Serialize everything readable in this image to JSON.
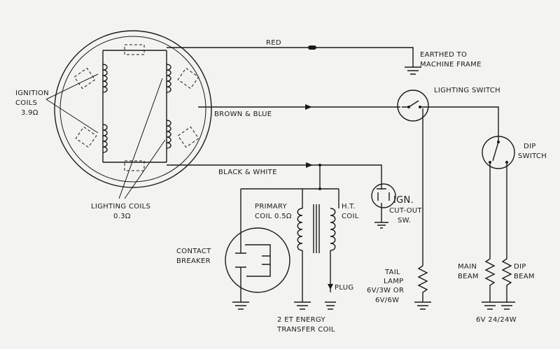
{
  "wires": {
    "red": "RED",
    "brown_blue": "BROWN & BLUE",
    "black_white": "BLACK & WHITE"
  },
  "labels": {
    "ignition_coils": [
      "IGNITION",
      "COILS",
      "3.9Ω"
    ],
    "lighting_coils": [
      "LIGHTING COILS",
      "0.3Ω"
    ],
    "earthed": [
      "EARTHED TO",
      "MACHINE FRAME"
    ],
    "lighting_switch": "LIGHTING  SWITCH",
    "dip_switch": [
      "DIP",
      "SWITCH"
    ],
    "primary_coil": [
      "PRIMARY",
      "COIL 0.5Ω"
    ],
    "ht_coil": [
      "H.T.",
      "COIL"
    ],
    "ign_cutout": [
      "IGN.",
      "CUT-OUT",
      "SW."
    ],
    "contact_breaker": [
      "CONTACT",
      "BREAKER"
    ],
    "plug": "PLUG",
    "energy_transfer": [
      "2 ET  ENERGY",
      "TRANSFER COIL"
    ],
    "tail_lamp": [
      "TAIL",
      "LAMP",
      "6V/3W  OR",
      "6V/6W"
    ],
    "main_beam": [
      "MAIN",
      "BEAM"
    ],
    "dip_beam": [
      "DIP",
      "BEAM"
    ],
    "headlamp_rating": "6V  24/24W"
  }
}
